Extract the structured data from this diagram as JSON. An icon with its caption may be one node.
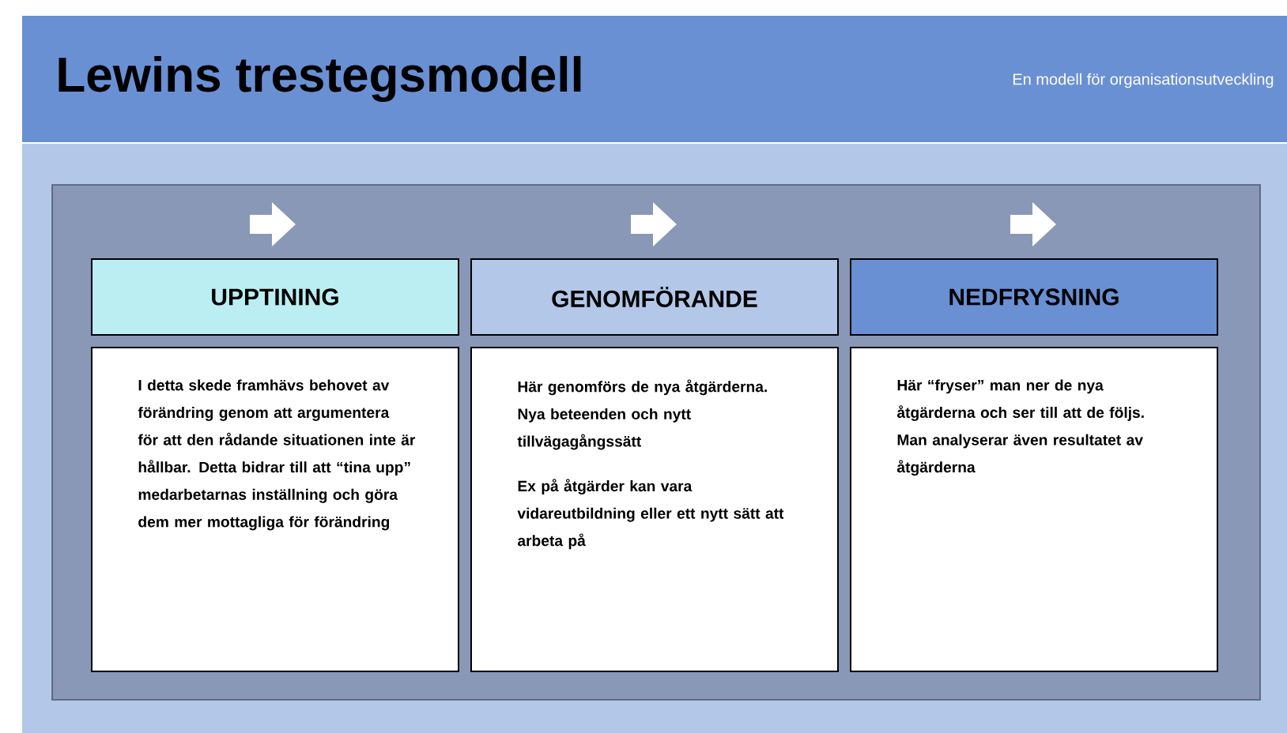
{
  "diagram": {
    "title": "Lewins trestegsmodell",
    "nodes": [
      {
        "text": [
          "UPPTINING"
        ]
      },
      {
        "text": [
          "GENOMFÖRANDE"
        ]
      },
      {
        "text": [
          "NEDFRYSNING"
        ]
      },
      {
        "text": [
          "I detta skede framhävs behovet av förändring genom att argumentera för att den rådande situationen inte är hållbar. Detta bidrar till att “tina upp” medarbetarnas inställning och göra dem mer mottagliga för förändring"
        ]
      },
      {
        "text": [
          "Här genomförs de nya åtgärderna. Nya beteenden och nytt tillvägagångssätt",
          "Ex på åtgärder kan vara vidareutbildning eller ett nytt sätt att arbeta på"
        ]
      },
      {
        "text": [
          "Här “fryser” man ner de nya åtgärderna och  ser till att de följs. Man analyserar även resultatet av åtgärderna"
        ]
      }
    ],
    "labels": [
      "En modell för organisationsutveckling"
    ]
  }
}
